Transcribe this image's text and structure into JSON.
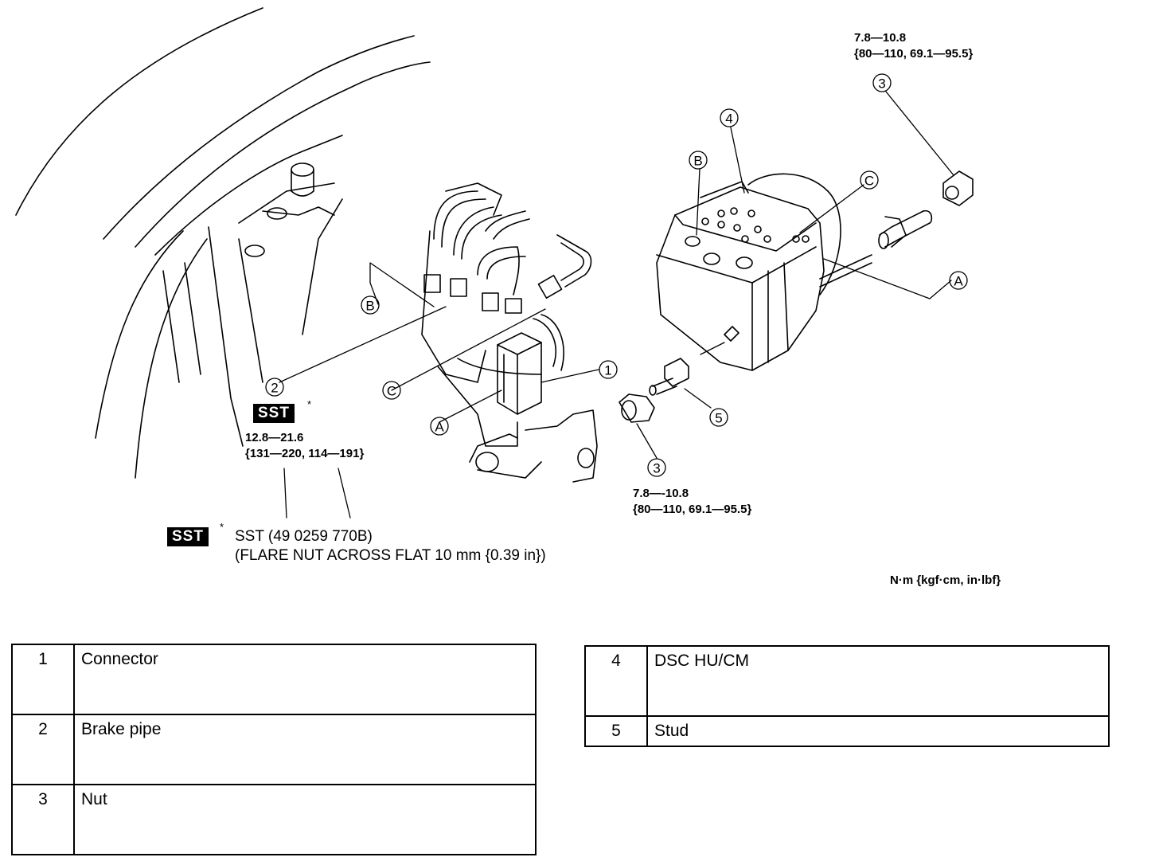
{
  "diagram": {
    "callouts": {
      "c1": "1",
      "c2": "2",
      "c3a": "3",
      "c3b": "3",
      "c4": "4",
      "c5": "5",
      "A1": "A",
      "A2": "A",
      "B1": "B",
      "B2": "B",
      "C1": "C",
      "C2": "C"
    },
    "torque_top": {
      "line1": "7.8—10.8",
      "line2": "{80—110, 69.1—95.5}"
    },
    "torque_bottom": {
      "line1": "7.8—-10.8",
      "line2": "{80—110, 69.1—95.5}"
    },
    "torque_pipe": {
      "line1": "12.8—21.6",
      "line2": "{131—220, 114—191}"
    },
    "sst_badge": "SST",
    "sst_star": "*",
    "sst_note": {
      "line1": "SST (49 0259 770B)",
      "line2": "(FLARE NUT ACROSS FLAT 10 mm {0.39 in})"
    },
    "units": "N·m {kgf·cm, in·lbf}"
  },
  "parts_left": [
    {
      "num": "1",
      "name": "Connector"
    },
    {
      "num": "2",
      "name": "Brake pipe"
    },
    {
      "num": "3",
      "name": "Nut"
    }
  ],
  "parts_right": [
    {
      "num": "4",
      "name": "DSC HU/CM"
    },
    {
      "num": "5",
      "name": "Stud"
    }
  ]
}
